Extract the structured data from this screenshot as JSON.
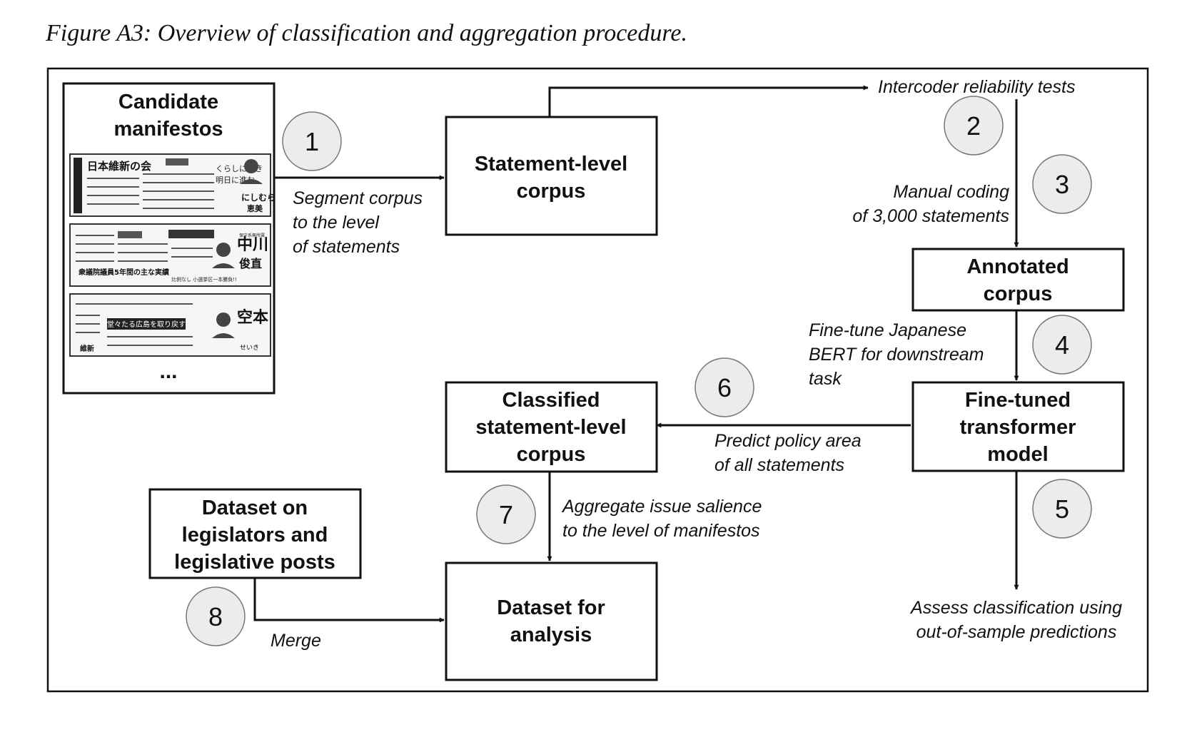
{
  "figure": {
    "caption": "Figure A3: Overview of classification and aggregation procedure."
  },
  "boxes": {
    "candidate_manifestos": [
      "Candidate",
      "manifestos"
    ],
    "statement_corpus": [
      "Statement-level",
      "corpus"
    ],
    "annotated_corpus": [
      "Annotated",
      "corpus"
    ],
    "fine_tuned_model": [
      "Fine-tuned",
      "transformer",
      "model"
    ],
    "classified_corpus": [
      "Classified",
      "statement-level",
      "corpus"
    ],
    "legislators_dataset": [
      "Dataset on",
      "legislators and",
      "legislative posts"
    ],
    "analysis_dataset": [
      "Dataset for",
      "analysis"
    ]
  },
  "ellipsis": "...",
  "steps": [
    "1",
    "2",
    "3",
    "4",
    "5",
    "6",
    "7",
    "8"
  ],
  "notes": {
    "segment": [
      "Segment corpus",
      "to the level",
      "of statements"
    ],
    "intercoder": [
      "Intercoder reliability tests"
    ],
    "manual_coding": [
      "Manual coding",
      "of 3,000 statements"
    ],
    "fine_tune": [
      "Fine-tune Japanese",
      "BERT for downstream",
      "task"
    ],
    "predict": [
      "Predict policy area",
      "of all statements"
    ],
    "aggregate": [
      "Aggregate issue salience",
      "to the level of manifestos"
    ],
    "assess": [
      "Assess classification using",
      "out-of-sample predictions"
    ],
    "merge": [
      "Merge"
    ]
  },
  "thumbnails": {
    "manifesto_1": [
      "日本維新の会",
      "にしむら",
      "くらしに向き",
      "明日に進む",
      "恵美"
    ],
    "manifesto_2": [
      "中川",
      "俊直",
      "保守系無所属",
      "比例なし 小選挙区一本勝負!!",
      "衆議院議員5年間の主な実績"
    ],
    "manifesto_3": [
      "空本",
      "せいき",
      "堂々たる広島を取り戻す",
      "維新"
    ]
  }
}
